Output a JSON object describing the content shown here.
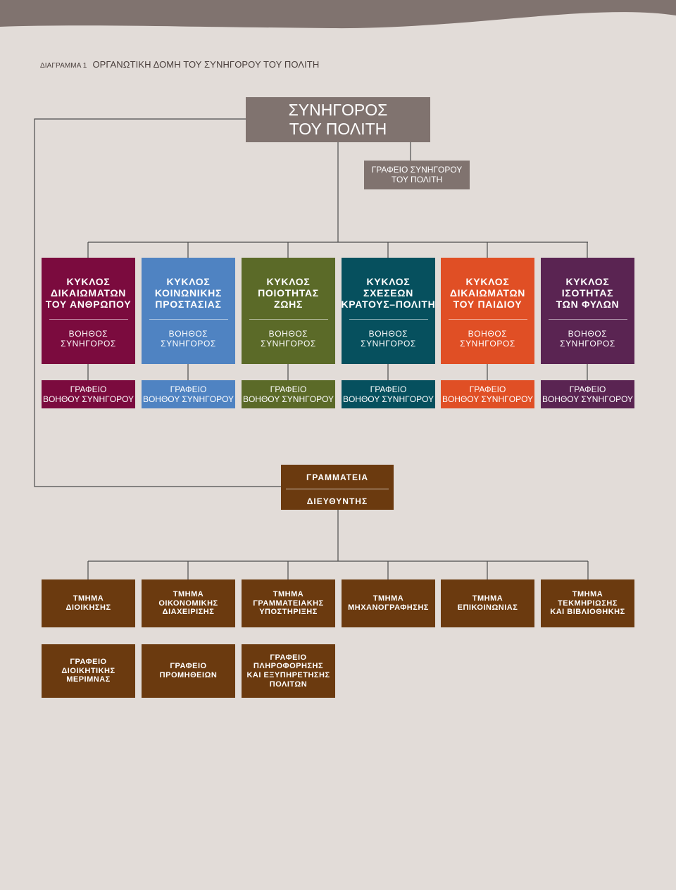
{
  "caption": {
    "label": "ΔΙΑΓΡΑΜΜΑ 1",
    "title": "ΟΡΓΑΝΩΤΙΚΗ ΔΟΜΗ ΤΟΥ ΣΥΝΗΓΟΡΟΥ ΤΟΥ ΠΟΛΙΤΗ"
  },
  "top": {
    "lines": [
      "ΣΥΝΗΓΟΡΟΣ",
      "ΤΟΥ ΠΟΛΙΤΗ"
    ]
  },
  "ombudsman_office": {
    "lines": [
      "ΓΡΑΦΕΙΟ ΣΥΝΗΓΟΡΟΥ",
      "ΤΟΥ ΠΟΛΙΤΗ"
    ]
  },
  "circles": [
    {
      "lines": [
        "ΚΥΚΛΟΣ",
        "ΔΙΚΑΙΩΜΑΤΩΝ",
        "ΤΟΥ ΑΝΘΡΩΠΟΥ"
      ],
      "color": "#7b0b3e"
    },
    {
      "lines": [
        "ΚΥΚΛΟΣ",
        "ΚΟΙΝΩΝΙΚΗΣ",
        "ΠΡΟΣΤΑΣΙΑΣ"
      ],
      "color": "#4f83c2"
    },
    {
      "lines": [
        "ΚΥΚΛΟΣ",
        "ΠΟΙΟΤΗΤΑΣ",
        "ΖΩΗΣ"
      ],
      "color": "#5b6a28"
    },
    {
      "lines": [
        "ΚΥΚΛΟΣ",
        "ΣΧΕΣΕΩΝ",
        "ΚΡΑΤΟΥΣ–ΠΟΛΙΤΗ"
      ],
      "color": "#06505e"
    },
    {
      "lines": [
        "ΚΥΚΛΟΣ",
        "ΔΙΚΑΙΩΜΑΤΩΝ",
        "ΤΟΥ ΠΑΙΔΙΟΥ"
      ],
      "color": "#e04f25"
    },
    {
      "lines": [
        "ΚΥΚΛΟΣ",
        "ΙΣΟΤΗΤΑΣ",
        "ΤΩΝ ΦΥΛΩΝ"
      ],
      "color": "#5a2452"
    }
  ],
  "assistant": {
    "lines": [
      "ΒΟΗΘΟΣ",
      "ΣΥΝΗΓΟΡΟΣ"
    ]
  },
  "assistant_office": {
    "lines": [
      "ΓΡΑΦΕΙΟ",
      "ΒΟΗΘΟΥ ΣΥΝΗΓΟΡΟΥ"
    ]
  },
  "secretariat": {
    "title": "ΓΡΑΜΜΑΤΕΙΑ",
    "director": "ΔΙΕΥΘΥΝΤΗΣ",
    "color": "#6b3a0f"
  },
  "departments": [
    {
      "lines": [
        "ΤΜΗΜΑ",
        "ΔΙΟΙΚΗΣΗΣ"
      ]
    },
    {
      "lines": [
        "ΤΜΗΜΑ",
        "ΟΙΚΟΝΟΜΙΚΗΣ",
        "ΔΙΑΧΕΙΡΙΣΗΣ"
      ]
    },
    {
      "lines": [
        "ΤΜΗΜΑ",
        "ΓΡΑΜΜΑΤΕΙΑΚΗΣ",
        "ΥΠΟΣΤΗΡΙΞΗΣ"
      ]
    },
    {
      "lines": [
        "ΤΜΗΜΑ",
        "ΜΗΧΑΝΟΓΡΑΦΗΣΗΣ"
      ]
    },
    {
      "lines": [
        "ΤΜΗΜΑ",
        "ΕΠΙΚΟΙΝΩΝΙΑΣ"
      ]
    },
    {
      "lines": [
        "ΤΜΗΜΑ",
        "ΤΕΚΜΗΡΙΩΣΗΣ",
        "ΚΑΙ ΒΙΒΛΙΟΘΗΚΗΣ"
      ]
    }
  ],
  "sub_offices": [
    {
      "lines": [
        "ΓΡΑΦΕΙΟ",
        "ΔΙΟΙΚΗΤΙΚΗΣ",
        "ΜΕΡΙΜΝΑΣ"
      ]
    },
    {
      "lines": [
        "ΓΡΑΦΕΙΟ",
        "ΠΡΟΜΗΘΕΙΩΝ"
      ]
    },
    {
      "lines": [
        "ΓΡΑΦΕΙΟ",
        "ΠΛΗΡΟΦΟΡΗΣΗΣ",
        "ΚΑΙ ΕΞΥΠΗΡΕΤΗΣΗΣ",
        "ΠΟΛΙΤΩΝ"
      ]
    }
  ],
  "colors": {
    "background": "#e2dcd8",
    "header_band": "#80736f",
    "connector": "#4d4d4d"
  }
}
